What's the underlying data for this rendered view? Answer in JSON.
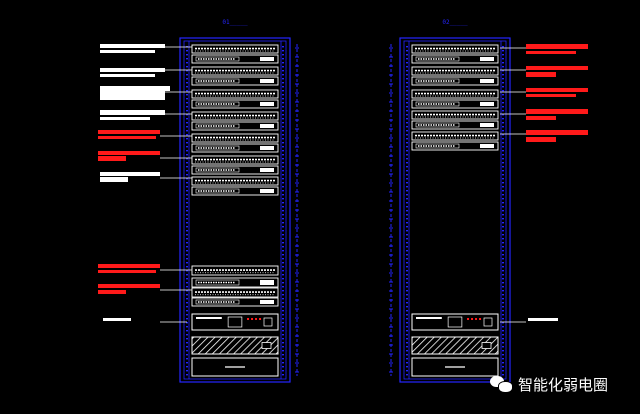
{
  "racks": [
    {
      "name": "left-rack",
      "title": "01_____"
    },
    {
      "name": "right-rack",
      "title": "02_____"
    }
  ],
  "watermark": {
    "text": "智能化弱电圈",
    "icon": "wechat-icon"
  },
  "colors": {
    "frame": "#2525ff",
    "device": "#ffffff",
    "label_white": "#ffffff",
    "label_red": "#ff1a1a",
    "background": "#000000"
  }
}
